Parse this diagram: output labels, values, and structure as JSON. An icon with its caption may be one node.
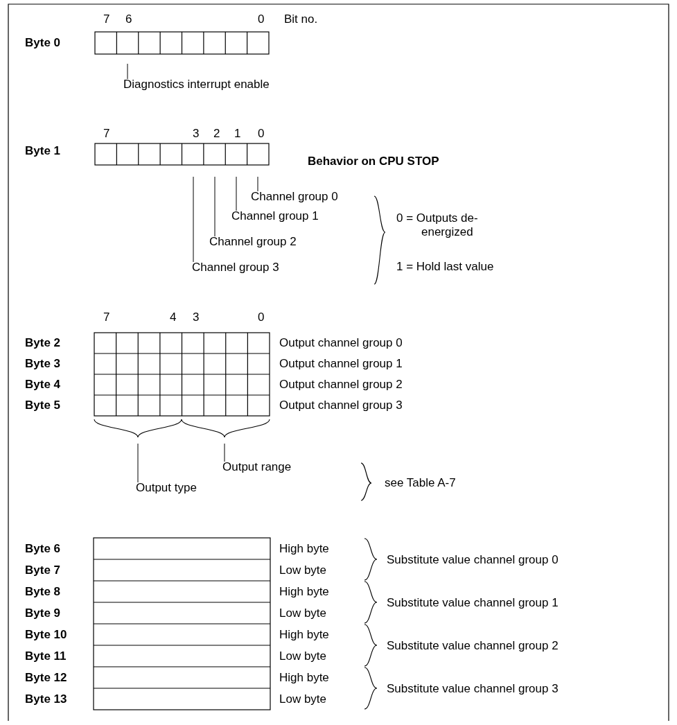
{
  "diagram": {
    "nodes": [
      {
        "text": [
          "Diagnostics interrupt enable"
        ]
      },
      {
        "text": [
          "Channel group 0"
        ]
      },
      {
        "text": [
          "Channel group 1"
        ]
      },
      {
        "text": [
          "Channel group 2"
        ]
      },
      {
        "text": [
          "Channel group 3"
        ]
      },
      {
        "text": [
          "Output type"
        ]
      },
      {
        "text": [
          "Output range"
        ]
      }
    ],
    "edges": [
      {
        "from": 0,
        "to": null,
        "arrow": "none"
      },
      {
        "from": 1,
        "to": null,
        "arrow": "none"
      },
      {
        "from": 2,
        "to": null,
        "arrow": "none"
      },
      {
        "from": 3,
        "to": null,
        "arrow": "none"
      },
      {
        "from": 4,
        "to": null,
        "arrow": "none"
      },
      {
        "from": 5,
        "to": null,
        "arrow": "none"
      },
      {
        "from": 6,
        "to": null,
        "arrow": "none"
      }
    ],
    "labels": [
      "7",
      "6",
      "0",
      "Bit no.",
      "Byte 0",
      "7",
      "3",
      "2",
      "1",
      "0",
      "Byte 1",
      "Behavior on CPU STOP",
      "0 = Outputs de-energized",
      "1 = Hold last value",
      "7",
      "4",
      "3",
      "0",
      "Byte 2",
      "Output channel group 0",
      "Byte 3",
      "Output channel group 1",
      "Byte 4",
      "Output channel group 2",
      "Byte 5",
      "Output channel group 3",
      "see Table A-7",
      "Byte 6",
      "High byte",
      "Substitute value channel group 0",
      "Byte 7",
      "Low byte",
      "Byte 8",
      "High byte",
      "Substitute value channel group 1",
      "Byte 9",
      "Low byte",
      "Byte 10",
      "High byte",
      "Substitute value channel group 2",
      "Byte 11",
      "Low byte",
      "Byte 12",
      "High byte",
      "Substitute value channel group 3",
      "Byte 13",
      "Low byte"
    ]
  }
}
